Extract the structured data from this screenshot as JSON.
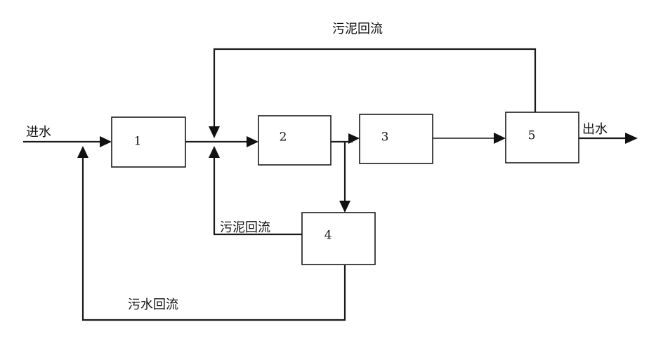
{
  "boxes": {
    "b1": "1",
    "b2": "2",
    "b3": "3",
    "b4": "4",
    "b5": "5"
  },
  "labels": {
    "inflow": "进水",
    "outflow": "出水",
    "sludge_return_top": "污泥回流",
    "sludge_return_mid": "污泥回流",
    "water_return": "污水回流"
  }
}
